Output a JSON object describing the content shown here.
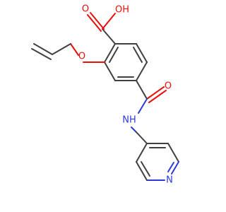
{
  "molecule": {
    "atoms": {
      "acid_oh": "OH",
      "acid_o": "O",
      "ether_o": "O",
      "amide_o": "O",
      "amide_nh": "NH",
      "pyridine_n": "N"
    }
  },
  "colors": {
    "bond": "#404040",
    "oxygen": "#e8100c",
    "nitrogen": "#2a3bd8"
  }
}
